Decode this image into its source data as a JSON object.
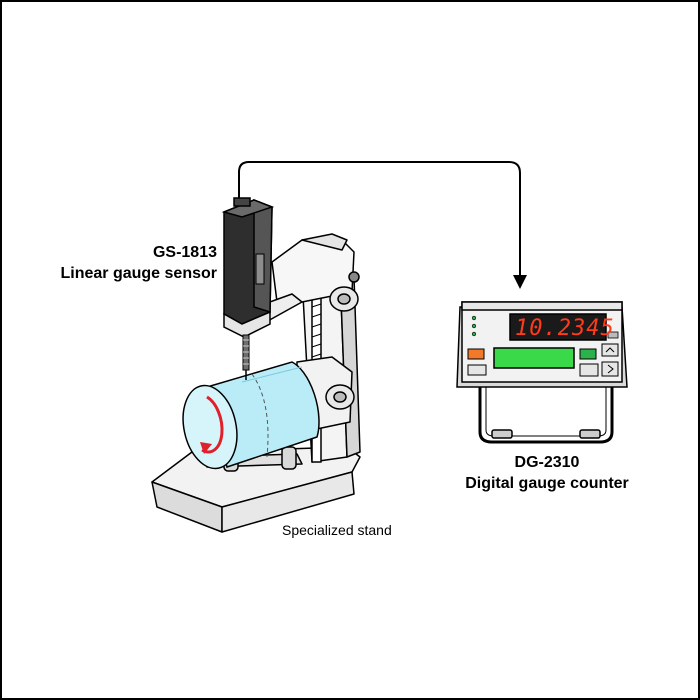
{
  "sensor": {
    "model": "GS-1813",
    "name": "Linear gauge sensor"
  },
  "counter": {
    "model": "DG-2310",
    "name": "Digital gauge counter",
    "display_value": "10.2345"
  },
  "stand": {
    "name": "Specialized stand"
  },
  "colors": {
    "cable": "#000000",
    "workpiece": "#b9ecf7",
    "rotation_arrow": "#e0202a",
    "display_digits": "#ff3b1a",
    "lcd": "#39d94a",
    "button_orange": "#f07a2a",
    "button_green": "#2bb24a"
  },
  "icons": [
    "rotation-arrow-icon",
    "connection-arrow-icon"
  ]
}
